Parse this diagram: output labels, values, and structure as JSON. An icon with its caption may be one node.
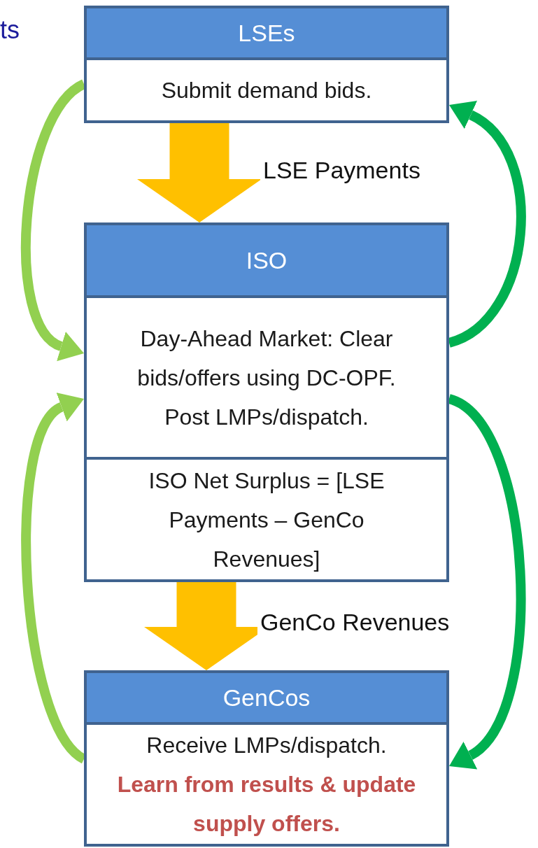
{
  "diagram": {
    "nodes": [
      {
        "text": [
          "LSEs",
          "Submit demand bids."
        ]
      },
      {
        "text": [
          "ISO",
          "Day-Ahead Market: Clear bids/offers using DC-OPF. Post LMPs/dispatch.",
          "ISO Net Surplus = [LSE Payments – GenCo Revenues]"
        ]
      },
      {
        "text": [
          "GenCos",
          "Receive LMPs/dispatch.",
          "Learn from results & update supply offers."
        ]
      }
    ],
    "edges": [
      {
        "from": 0,
        "to": 1,
        "arrow": "to",
        "label": "LSE Payments",
        "style": "thick",
        "color": "#ffc000"
      },
      {
        "from": 1,
        "to": 2,
        "arrow": "to",
        "label": "GenCo Revenues",
        "style": "thick",
        "color": "#ffc000"
      },
      {
        "from": 0,
        "to": 1,
        "arrow": "to",
        "color": "#92d050"
      },
      {
        "from": 2,
        "to": 1,
        "arrow": "to",
        "color": "#92d050"
      },
      {
        "from": 1,
        "to": 0,
        "arrow": "to",
        "color": "#00b050"
      },
      {
        "from": 1,
        "to": 2,
        "arrow": "to",
        "color": "#00b050"
      }
    ],
    "labels": [
      "ts"
    ]
  }
}
